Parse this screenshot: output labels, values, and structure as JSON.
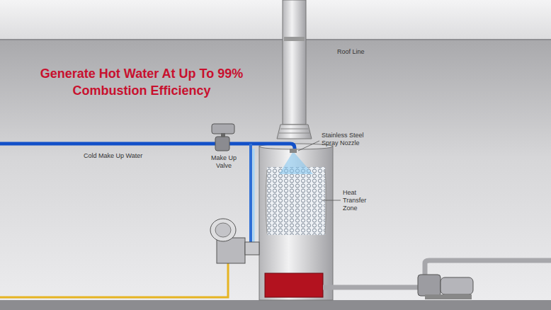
{
  "diagram": {
    "title": "Generate Hot Water At Up To 99% Combustion Efficiency",
    "labels": [
      "Roof Line",
      "Stainless Steel Spray Nozzle",
      "Cold Make Up Water",
      "Make Up Valve",
      "Heat Transfer Zone"
    ]
  }
}
